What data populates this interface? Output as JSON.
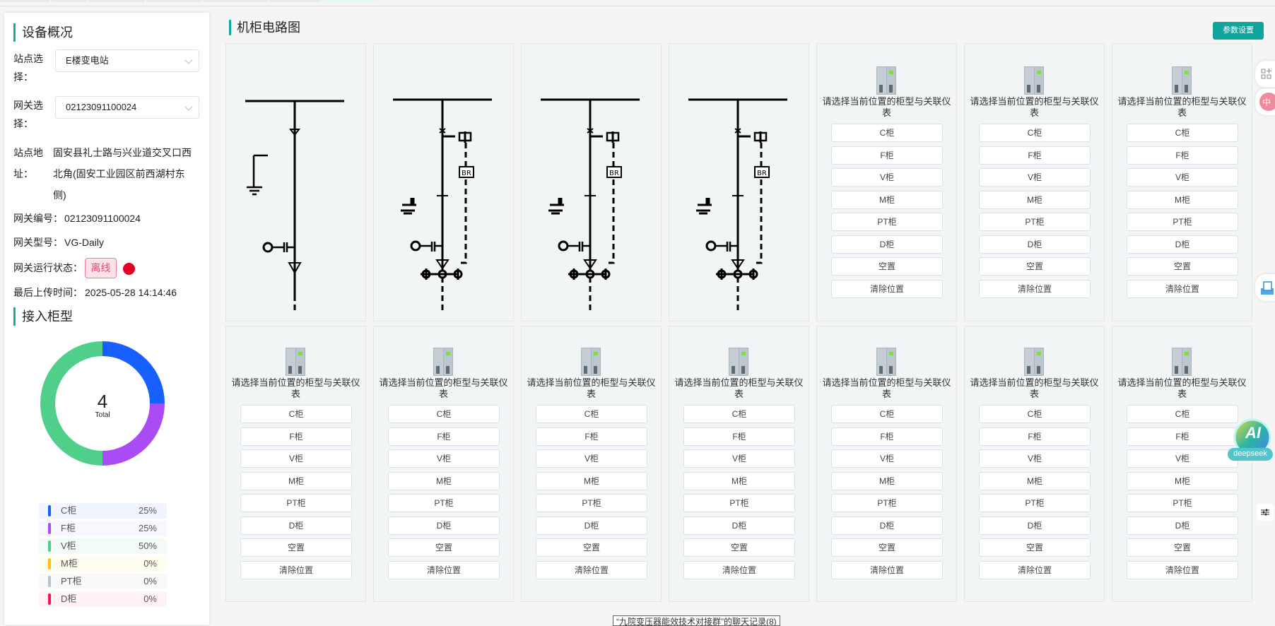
{
  "overview": {
    "title": "设备概况",
    "site_label": "站点选择：",
    "site_value": "E楼变电站",
    "gateway_label": "网关选择：",
    "gateway_value": "02123091100024",
    "address_label": "站点地址：",
    "address_lines": [
      "固安县礼士路与兴业道交叉口西",
      "北角(固安工业园区前西湖村东",
      "侧)"
    ],
    "gw_no_label": "网关编号：",
    "gw_no": "02123091100024",
    "gw_model_label": "网关型号：",
    "gw_model": "VG-Daily",
    "gw_status_label": "网关运行状态：",
    "gw_status": "离线",
    "last_upload_label": "最后上传时间：",
    "last_upload": "2025-05-28 14:14:46"
  },
  "cabinet_types": {
    "title": "接入柜型",
    "total": "4",
    "total_label": "Total",
    "chart_data": {
      "type": "pie",
      "categories": [
        "C柜",
        "F柜",
        "V柜",
        "M柜",
        "PT柜",
        "D柜"
      ],
      "values": [
        1,
        1,
        2,
        0,
        0,
        0
      ],
      "percent_labels": [
        "25%",
        "25%",
        "50%",
        "0%",
        "0%",
        "0%"
      ],
      "colors": [
        "#1760ff",
        "#a94cf5",
        "#50cf8a",
        "#ffc107",
        "#b9c3cf",
        "#ff1050"
      ],
      "bg_colors": [
        "#f1f5ff",
        "#f8f7ff",
        "#f3fbf7",
        "#fffcf0",
        "#f9f9f9",
        "#fff2f5"
      ]
    }
  },
  "main": {
    "title": "机柜电路图",
    "param_button": "参数设置",
    "prompt": "请选择当前位置的柜型与关联仪表",
    "options": [
      "C柜",
      "F柜",
      "V柜",
      "M柜",
      "PT柜",
      "D柜",
      "空置",
      "清除位置"
    ],
    "cells": [
      "circuit-a",
      "circuit-b",
      "circuit-b",
      "circuit-b",
      "select",
      "select",
      "select",
      "select",
      "select",
      "select",
      "select",
      "select",
      "select",
      "select"
    ]
  },
  "chat_notice": "“九院变压器能效技术对接群”的聊天记录(8)",
  "ai_badge": {
    "title": "AI",
    "subtitle": "deepseek"
  }
}
